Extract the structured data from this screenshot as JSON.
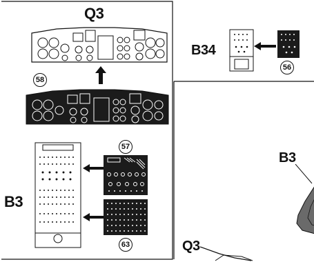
{
  "labels": {
    "q3_top": "Q3",
    "b34": "B34",
    "b3_left": "B3",
    "b3_right": "B3",
    "q3_bottom": "Q3"
  },
  "part_numbers": {
    "p58": "58",
    "p56": "56",
    "p57": "57",
    "p63": "63"
  },
  "colors": {
    "ink": "#111111",
    "decal_dark": "#1b1b1b",
    "paper": "#ffffff",
    "shade": "#6a6a6a"
  }
}
